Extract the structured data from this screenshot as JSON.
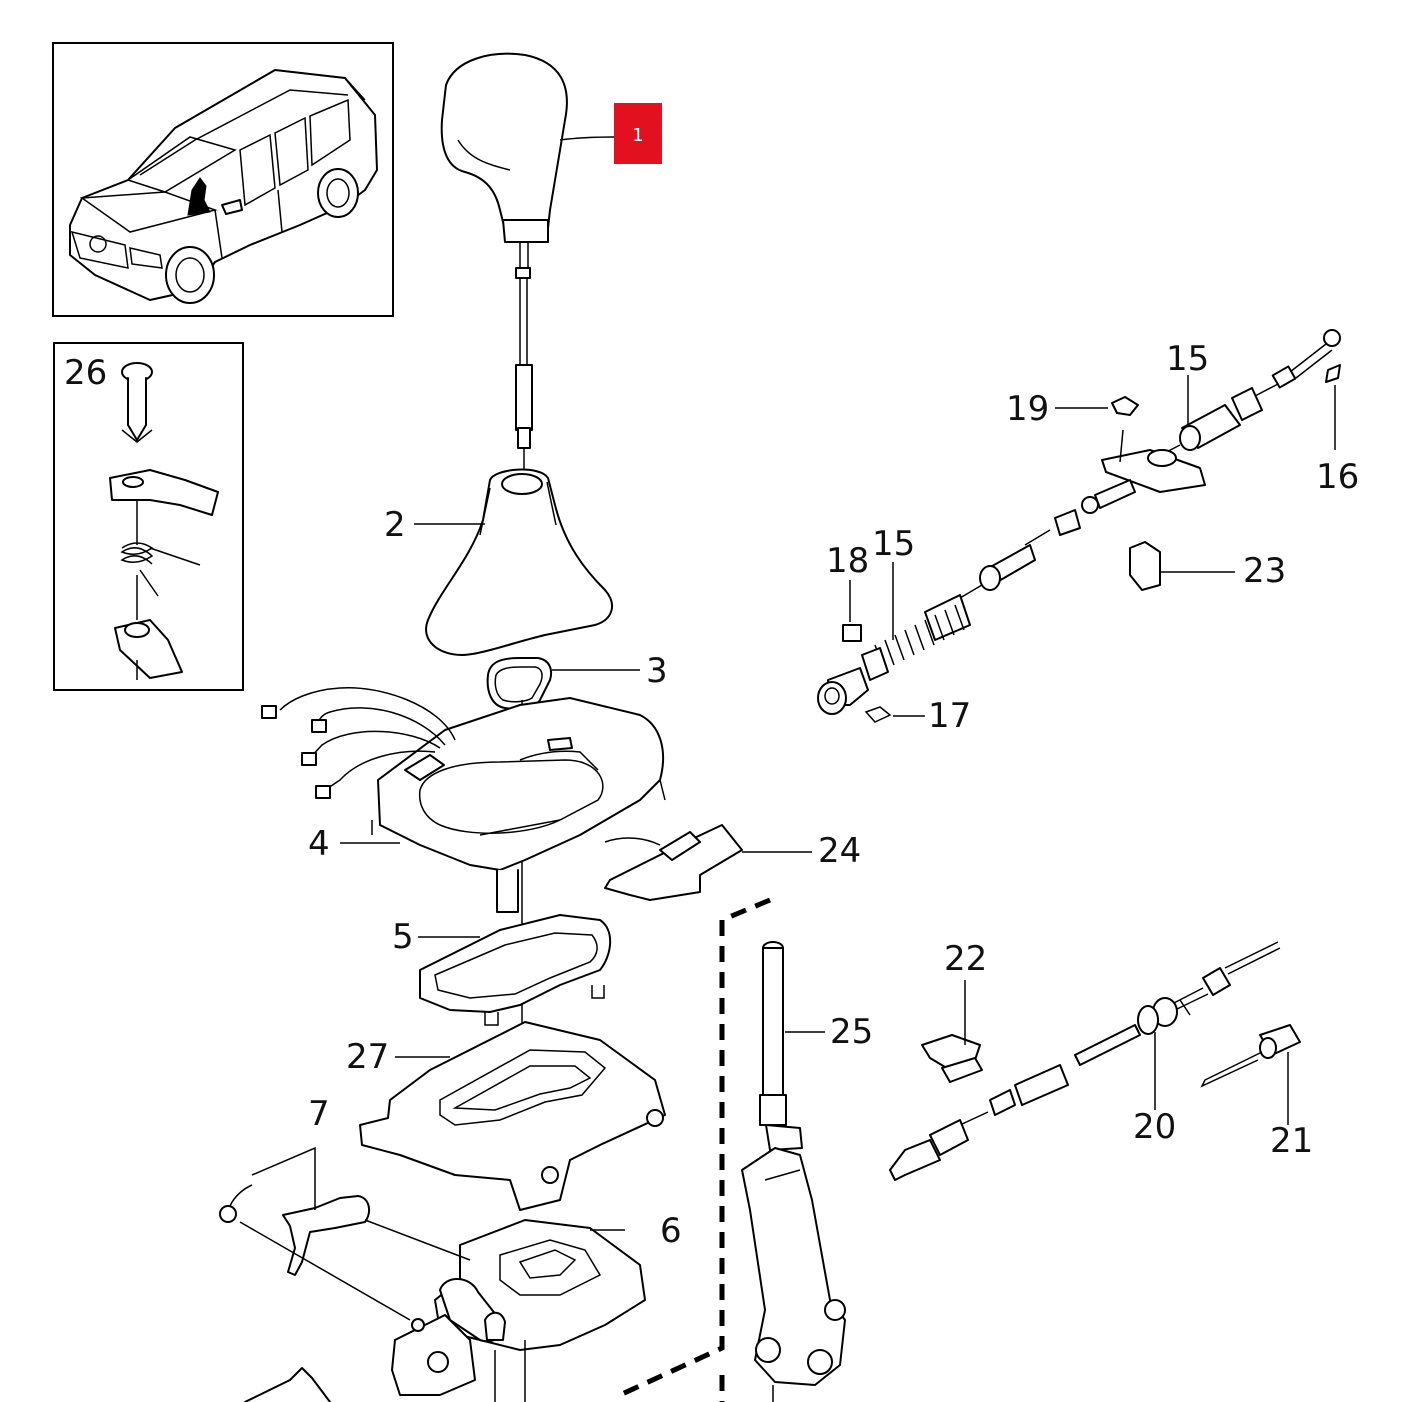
{
  "highlight_color": "#e3101f",
  "highlighted_label": "1",
  "labels": {
    "l2": "2",
    "l3": "3",
    "l4": "4",
    "l5": "5",
    "l6": "6",
    "l7": "7",
    "l15a": "15",
    "l15b": "15",
    "l16": "16",
    "l17": "17",
    "l18": "18",
    "l19": "19",
    "l20": "20",
    "l21": "21",
    "l22": "22",
    "l23": "23",
    "l24": "24",
    "l25": "25",
    "l26": "26",
    "l27": "27"
  }
}
